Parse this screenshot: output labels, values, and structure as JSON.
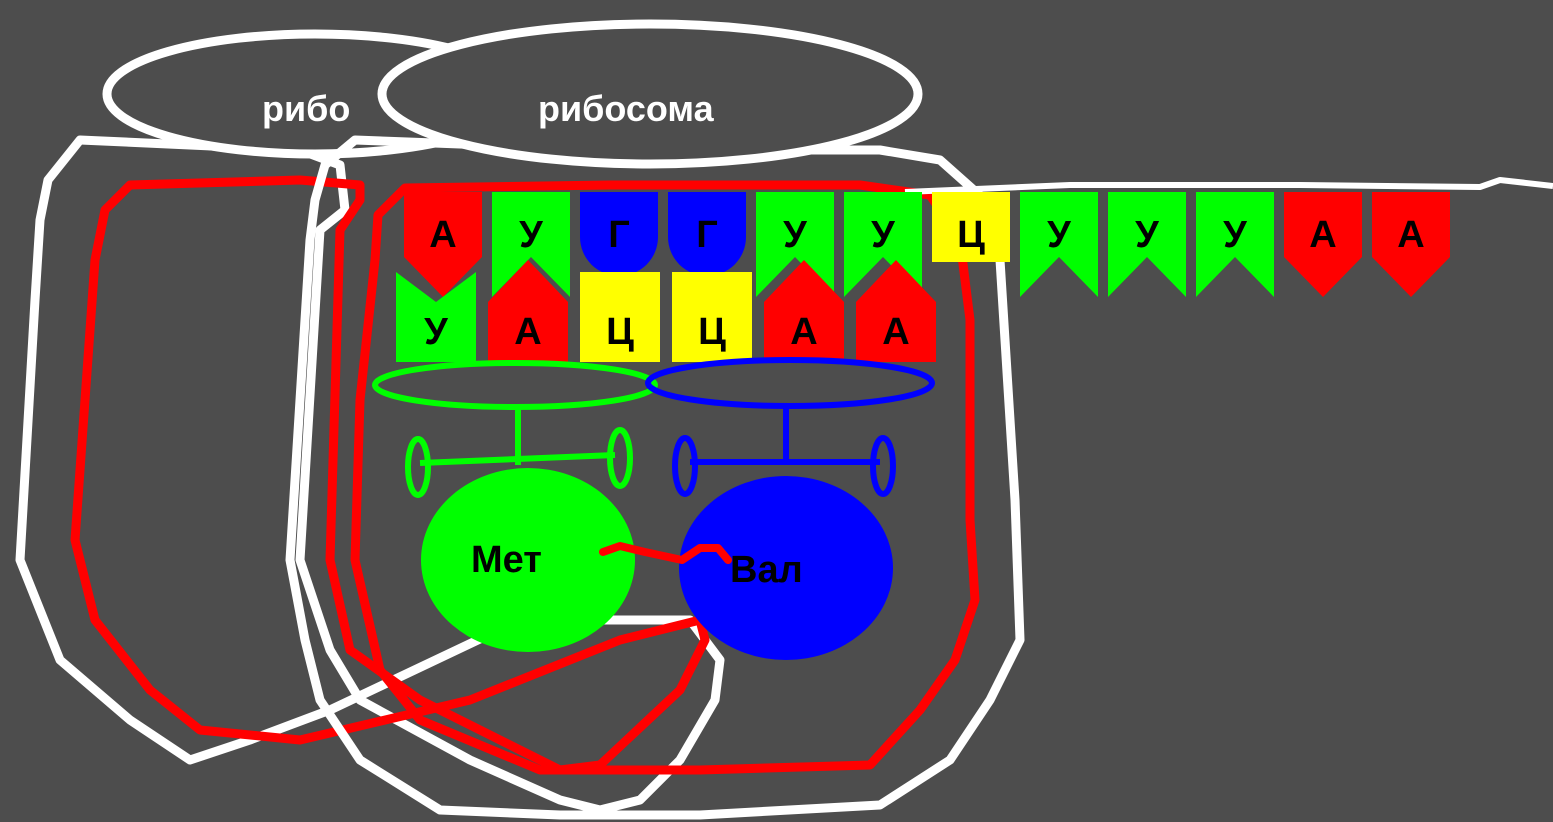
{
  "ribosome": {
    "label_back": "рибо",
    "label_front": "рибосома",
    "outline_color": "#ffffff",
    "body_color": "#ff0000"
  },
  "mrna": {
    "bases": [
      {
        "letter": "А",
        "color": "#ff0000"
      },
      {
        "letter": "У",
        "color": "#00ff00"
      },
      {
        "letter": "Г",
        "color": "#0000ff"
      },
      {
        "letter": "Г",
        "color": "#0000ff"
      },
      {
        "letter": "У",
        "color": "#00ff00"
      },
      {
        "letter": "У",
        "color": "#00ff00"
      },
      {
        "letter": "Ц",
        "color": "#ffff00"
      },
      {
        "letter": "У",
        "color": "#00ff00"
      },
      {
        "letter": "У",
        "color": "#00ff00"
      },
      {
        "letter": "У",
        "color": "#00ff00"
      },
      {
        "letter": "А",
        "color": "#ff0000"
      },
      {
        "letter": "А",
        "color": "#ff0000"
      }
    ]
  },
  "trna": [
    {
      "amino_acid": "Мет",
      "color": "#00ff00",
      "anticodon": [
        {
          "letter": "У",
          "color": "#00ff00"
        },
        {
          "letter": "А",
          "color": "#ff0000"
        },
        {
          "letter": "Ц",
          "color": "#ffff00"
        }
      ]
    },
    {
      "amino_acid": "Вал",
      "color": "#0000ff",
      "anticodon": [
        {
          "letter": "Ц",
          "color": "#ffff00"
        },
        {
          "letter": "А",
          "color": "#ff0000"
        },
        {
          "letter": "А",
          "color": "#ff0000"
        }
      ]
    }
  ],
  "peptide_bond_color": "#ff0000"
}
